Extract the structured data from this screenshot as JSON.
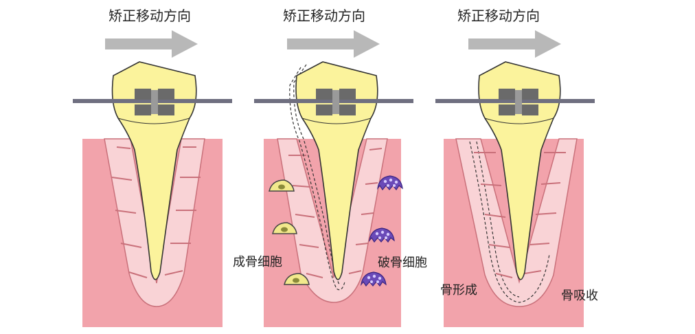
{
  "panels": [
    {
      "title": "矫正移动方向"
    },
    {
      "title": "矫正移动方向"
    },
    {
      "title": "矫正移动方向"
    }
  ],
  "labels": {
    "osteoblast": "成骨细胞",
    "osteoclast": "破骨细胞",
    "bone_formation": "骨形成",
    "bone_resorption": "骨吸收"
  },
  "colors": {
    "gum": "#f2a3ab",
    "ligament": "#f9d3d6",
    "tooth": "#fbf39c",
    "tooth_outline": "#333333",
    "wire": "#6f6f80",
    "bracket": "#6a6a6a",
    "arrow": "#b8b8b8",
    "osteoblast_cell": "#f2e98c",
    "osteoclast_cell": "#6a4ab8"
  }
}
